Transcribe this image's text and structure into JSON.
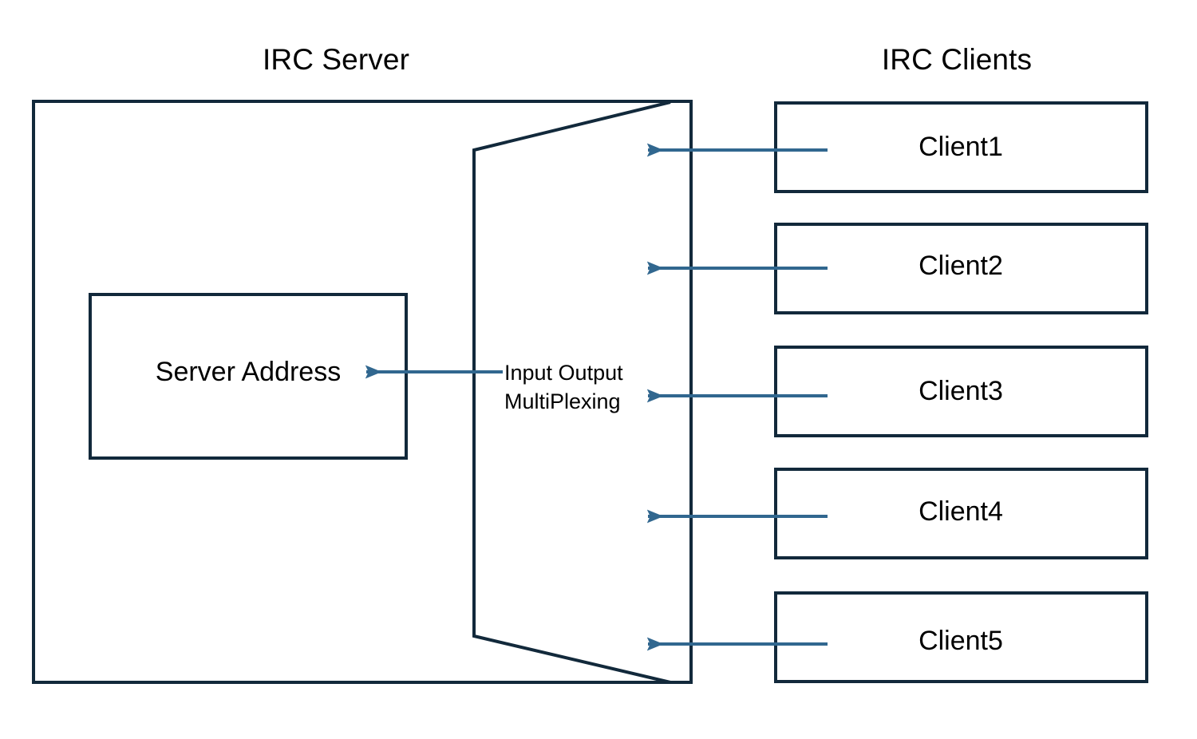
{
  "diagram": {
    "type": "architecture-diagram",
    "background_color": "#ffffff",
    "stroke_color": "#12293b",
    "arrow_color": "#31678f",
    "text_color": "#000000",
    "headings": {
      "server": "IRC Server",
      "clients": "IRC Clients"
    },
    "server_panel": {
      "name": "IRC Server",
      "inner_box_label": "Server Address",
      "multiplexer_label_line1": "Input Output",
      "multiplexer_label_line2": "MultiPlexing",
      "multiplexer_label": "Input Output MultiPlexing"
    },
    "clients": [
      {
        "label": "Client1"
      },
      {
        "label": "Client2"
      },
      {
        "label": "Client3"
      },
      {
        "label": "Client4"
      },
      {
        "label": "Client5"
      }
    ],
    "connections": [
      {
        "from": "Client1",
        "to": "Input Output MultiPlexing",
        "direction": "left"
      },
      {
        "from": "Client2",
        "to": "Input Output MultiPlexing",
        "direction": "left"
      },
      {
        "from": "Client3",
        "to": "Input Output MultiPlexing",
        "direction": "left"
      },
      {
        "from": "Client4",
        "to": "Input Output MultiPlexing",
        "direction": "left"
      },
      {
        "from": "Client5",
        "to": "Input Output MultiPlexing",
        "direction": "left"
      },
      {
        "from": "Input Output MultiPlexing",
        "to": "Server Address",
        "direction": "left"
      }
    ]
  }
}
